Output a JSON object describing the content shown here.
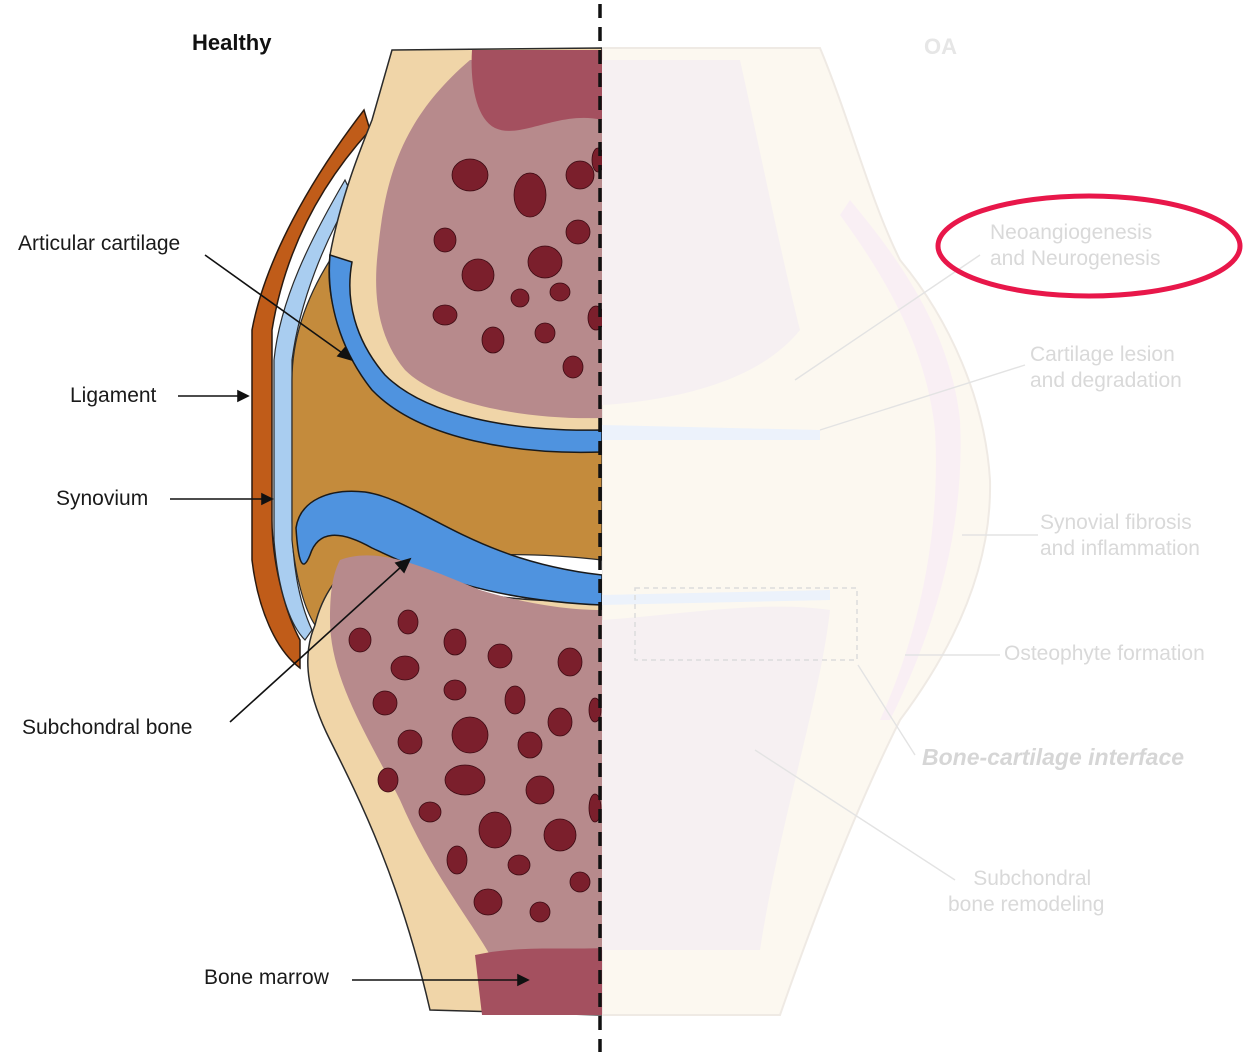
{
  "titles": {
    "healthy": "Healthy",
    "oa": "OA"
  },
  "left_labels": {
    "articular_cartilage": "Articular cartilage",
    "ligament": "Ligament",
    "synovium": "Synovium",
    "subchondral_bone": "Subchondral bone",
    "bone_marrow": "Bone marrow"
  },
  "right_labels": {
    "neo_line1": "Neoangiogenesis",
    "neo_line2": "and Neurogenesis",
    "cart_line1": "Cartilage lesion",
    "cart_line2": "and degradation",
    "syn_line1": "Synovial fibrosis",
    "syn_line2": "and inflammation",
    "osteophyte": "Osteophyte formation",
    "interface": "Bone-cartilage interface",
    "sub_line1": "Subchondral",
    "sub_line2": "bone remodeling"
  },
  "colors": {
    "bone_marrow": "#a4505f",
    "trabecular_bone": "#b78a8c",
    "marrow_spots": "#7b1f2c",
    "cortical_bone": "#f0d5a8",
    "cartilage": "#4f93df",
    "joint_space": "#c48b3c",
    "ligament": "#c05c19",
    "synovium_membrane": "#a9cdf0",
    "highlight_ellipse": "#e8174a"
  }
}
